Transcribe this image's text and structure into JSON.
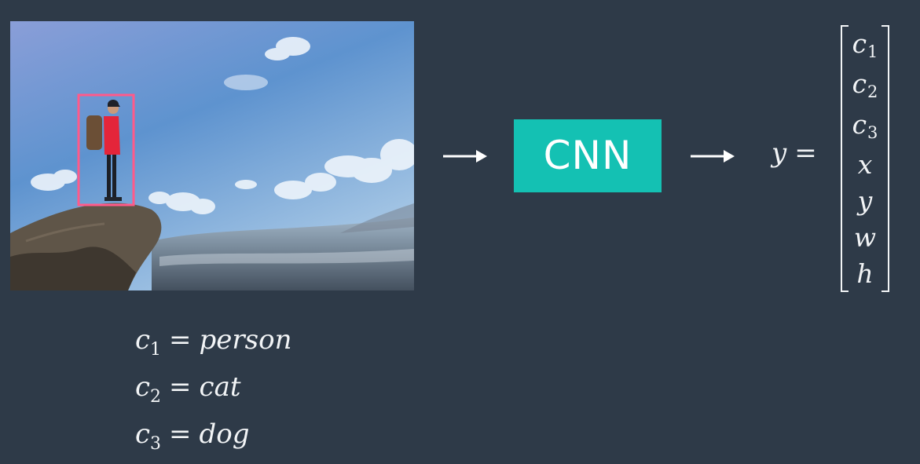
{
  "diagram": {
    "cnn_label": "CNN",
    "output": {
      "var": "y",
      "eq": "="
    },
    "vector": [
      {
        "main": "c",
        "sub": "1"
      },
      {
        "main": "c",
        "sub": "2"
      },
      {
        "main": "c",
        "sub": "3"
      },
      {
        "main": "x",
        "sub": ""
      },
      {
        "main": "y",
        "sub": ""
      },
      {
        "main": "w",
        "sub": ""
      },
      {
        "main": "h",
        "sub": ""
      }
    ],
    "classes": [
      {
        "main": "c",
        "sub": "1",
        "eq": "=",
        "label": "person"
      },
      {
        "main": "c",
        "sub": "2",
        "eq": "=",
        "label": "cat"
      },
      {
        "main": "c",
        "sub": "3",
        "eq": "=",
        "label": "dog"
      }
    ]
  },
  "colors": {
    "background": "#2e3a48",
    "cnn_box": "#14c1b3",
    "bounding_box": "#ff5a8a",
    "text": "#f2f4f6"
  }
}
